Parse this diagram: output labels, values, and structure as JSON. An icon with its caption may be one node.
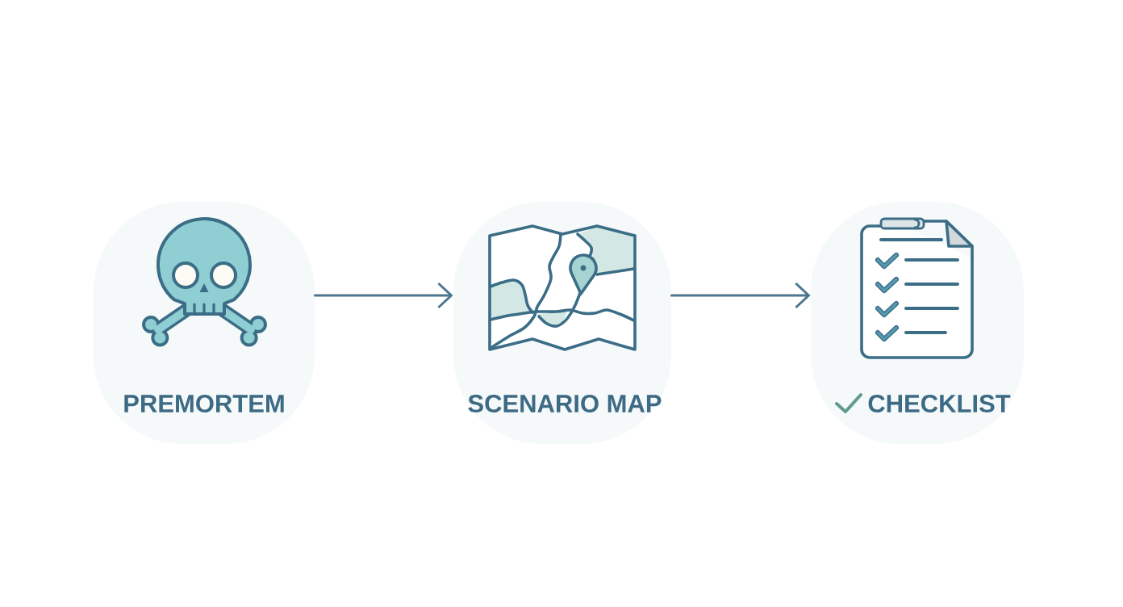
{
  "diagram": {
    "nodes": [
      {
        "text": [
          "PREMORTEM"
        ]
      },
      {
        "text": [
          "SCENARIO MAP"
        ]
      },
      {
        "text": [
          "CHECKLIST"
        ]
      }
    ],
    "edges": [
      {
        "from": 0,
        "to": 1,
        "arrow": "to"
      },
      {
        "from": 1,
        "to": 2,
        "arrow": "to"
      }
    ]
  }
}
